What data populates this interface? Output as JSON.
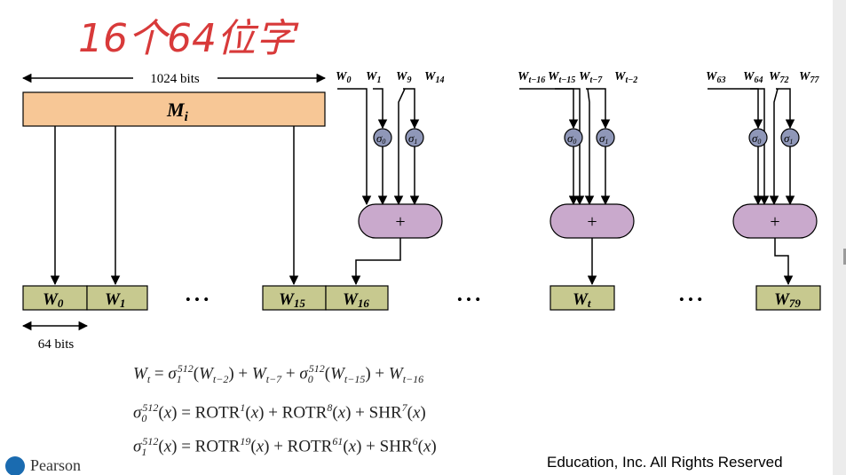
{
  "handwriting": "16个64位字",
  "labels": {
    "bits_1024": "1024 bits",
    "bits_64": "64 bits",
    "block": "M",
    "block_sub": "i",
    "plus": "+",
    "ellipsis": "• • •"
  },
  "groups": [
    {
      "inputs": [
        [
          "W",
          "0"
        ],
        [
          "W",
          "1"
        ],
        [
          "W",
          "9"
        ],
        [
          "W",
          "14"
        ]
      ],
      "output": [
        "W",
        "16"
      ]
    },
    {
      "inputs": [
        [
          "W",
          "t−16"
        ],
        [
          "W",
          "t−15"
        ],
        [
          "W",
          "t−7"
        ],
        [
          "W",
          "t−2"
        ]
      ],
      "output": [
        "W",
        "t"
      ]
    },
    {
      "inputs": [
        [
          "W",
          "63"
        ],
        [
          "W",
          "64"
        ],
        [
          "W",
          "72"
        ],
        [
          "W",
          "77"
        ]
      ],
      "output": [
        "W",
        "79"
      ]
    }
  ],
  "sigma0_sub": "0",
  "sigma1_sub": "1",
  "words_left": [
    [
      "W",
      "0"
    ],
    [
      "W",
      "1"
    ],
    [
      "W",
      "15"
    ]
  ],
  "equations": [
    "W_t = σ_1^512(W_{t−2}) + W_{t−7} + σ_0^512(W_{t−15}) + W_{t−16}",
    "σ_0^512(x) = ROTR^1(x) + ROTR^8(x) + SHR^7(x)",
    "σ_1^512(x) = ROTR^19(x) + ROTR^61(x) + SHR^6(x)"
  ],
  "footer": {
    "logo_text": "Pearson",
    "copyright_fragment": "Education, Inc. All Rights Reserved"
  },
  "colors": {
    "block_fill": "#f7c796",
    "word_fill": "#c7c98f",
    "sigma_fill": "#8f97b8",
    "adder_fill": "#c9a9cc",
    "handwriting": "#d83a3a"
  }
}
